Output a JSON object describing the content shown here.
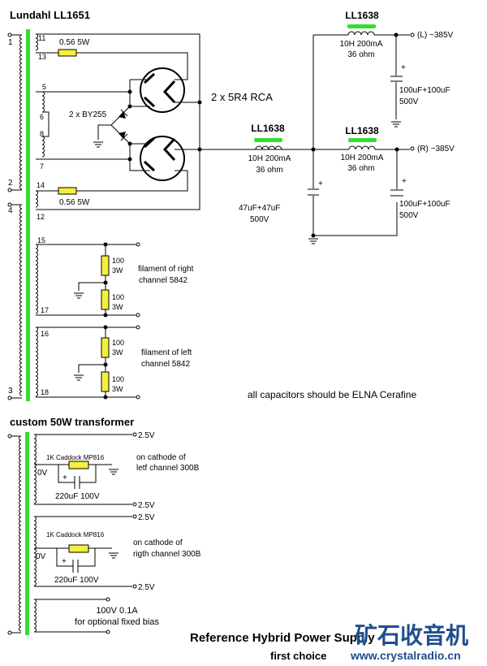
{
  "titles": {
    "power_transformer": "Lundahl LL1651",
    "heater_transformer": "custom 50W  transformer",
    "footer_line1": "Reference Hybrid Power Supply",
    "footer_line2": "first choice"
  },
  "watermark": {
    "chinese": "矿石收音机",
    "url": "www.crystalradio.cn",
    "color": "#1f4e8c"
  },
  "ll1651": {
    "primary_pins": [
      "1",
      "2",
      "4",
      "3"
    ],
    "secondary_pins": [
      "11",
      "13",
      "5",
      "6",
      "8",
      "7",
      "14",
      "12",
      "15",
      "17",
      "16",
      "18"
    ],
    "resistor_top": "0.56 5W",
    "resistor_bottom": "0.56 5W",
    "diodes": "2 x BY255",
    "rectifier": "2 x 5R4 RCA"
  },
  "chokes": [
    {
      "name": "LL1638",
      "spec1": "10H 200mA",
      "spec2": "36 ohm"
    },
    {
      "name": "LL1638",
      "spec1": "10H 200mA",
      "spec2": "36 ohm"
    },
    {
      "name": "LL1638",
      "spec1": "10H 200mA",
      "spec2": "36 ohm"
    }
  ],
  "capacitors": {
    "first": {
      "value": "47uF+47uF",
      "voltage": "500V"
    },
    "left": {
      "value": "100uF+100uF",
      "voltage": "500V"
    },
    "right": {
      "value": "100uF+100uF",
      "voltage": "500V"
    },
    "polarity": "+"
  },
  "outputs": {
    "left": "(L) ~385V",
    "right": "(R) ~385V"
  },
  "filaments": [
    {
      "r1": [
        "100",
        "3W"
      ],
      "r2": [
        "100",
        "3W"
      ],
      "label1": "filament of right",
      "label2": "channel 5842"
    },
    {
      "r1": [
        "100",
        "3W"
      ],
      "r2": [
        "100",
        "3W"
      ],
      "label1": "filament of left",
      "label2": "channel 5842"
    }
  ],
  "note": "all capacitors should be ELNA Cerafine",
  "heater": {
    "sections": [
      {
        "top": "2.5V",
        "bottom": "2.5V",
        "resistor": "1K Caddock MP816",
        "zero": "0V",
        "cap": "220uF 100V",
        "label1": "on cathode of",
        "label2": "letf channel 300B"
      },
      {
        "top": "2.5V",
        "bottom": "2.5V",
        "resistor": "1K Caddock MP816",
        "zero": "0V",
        "cap": "220uF 100V",
        "label1": "on cathode of",
        "label2": "rigth channel 300B"
      }
    ],
    "bias1": "100V  0.1A",
    "bias2": "for optional fixed bias"
  },
  "colors": {
    "core": "#33dd33",
    "resistor": "#f6ef3c"
  }
}
